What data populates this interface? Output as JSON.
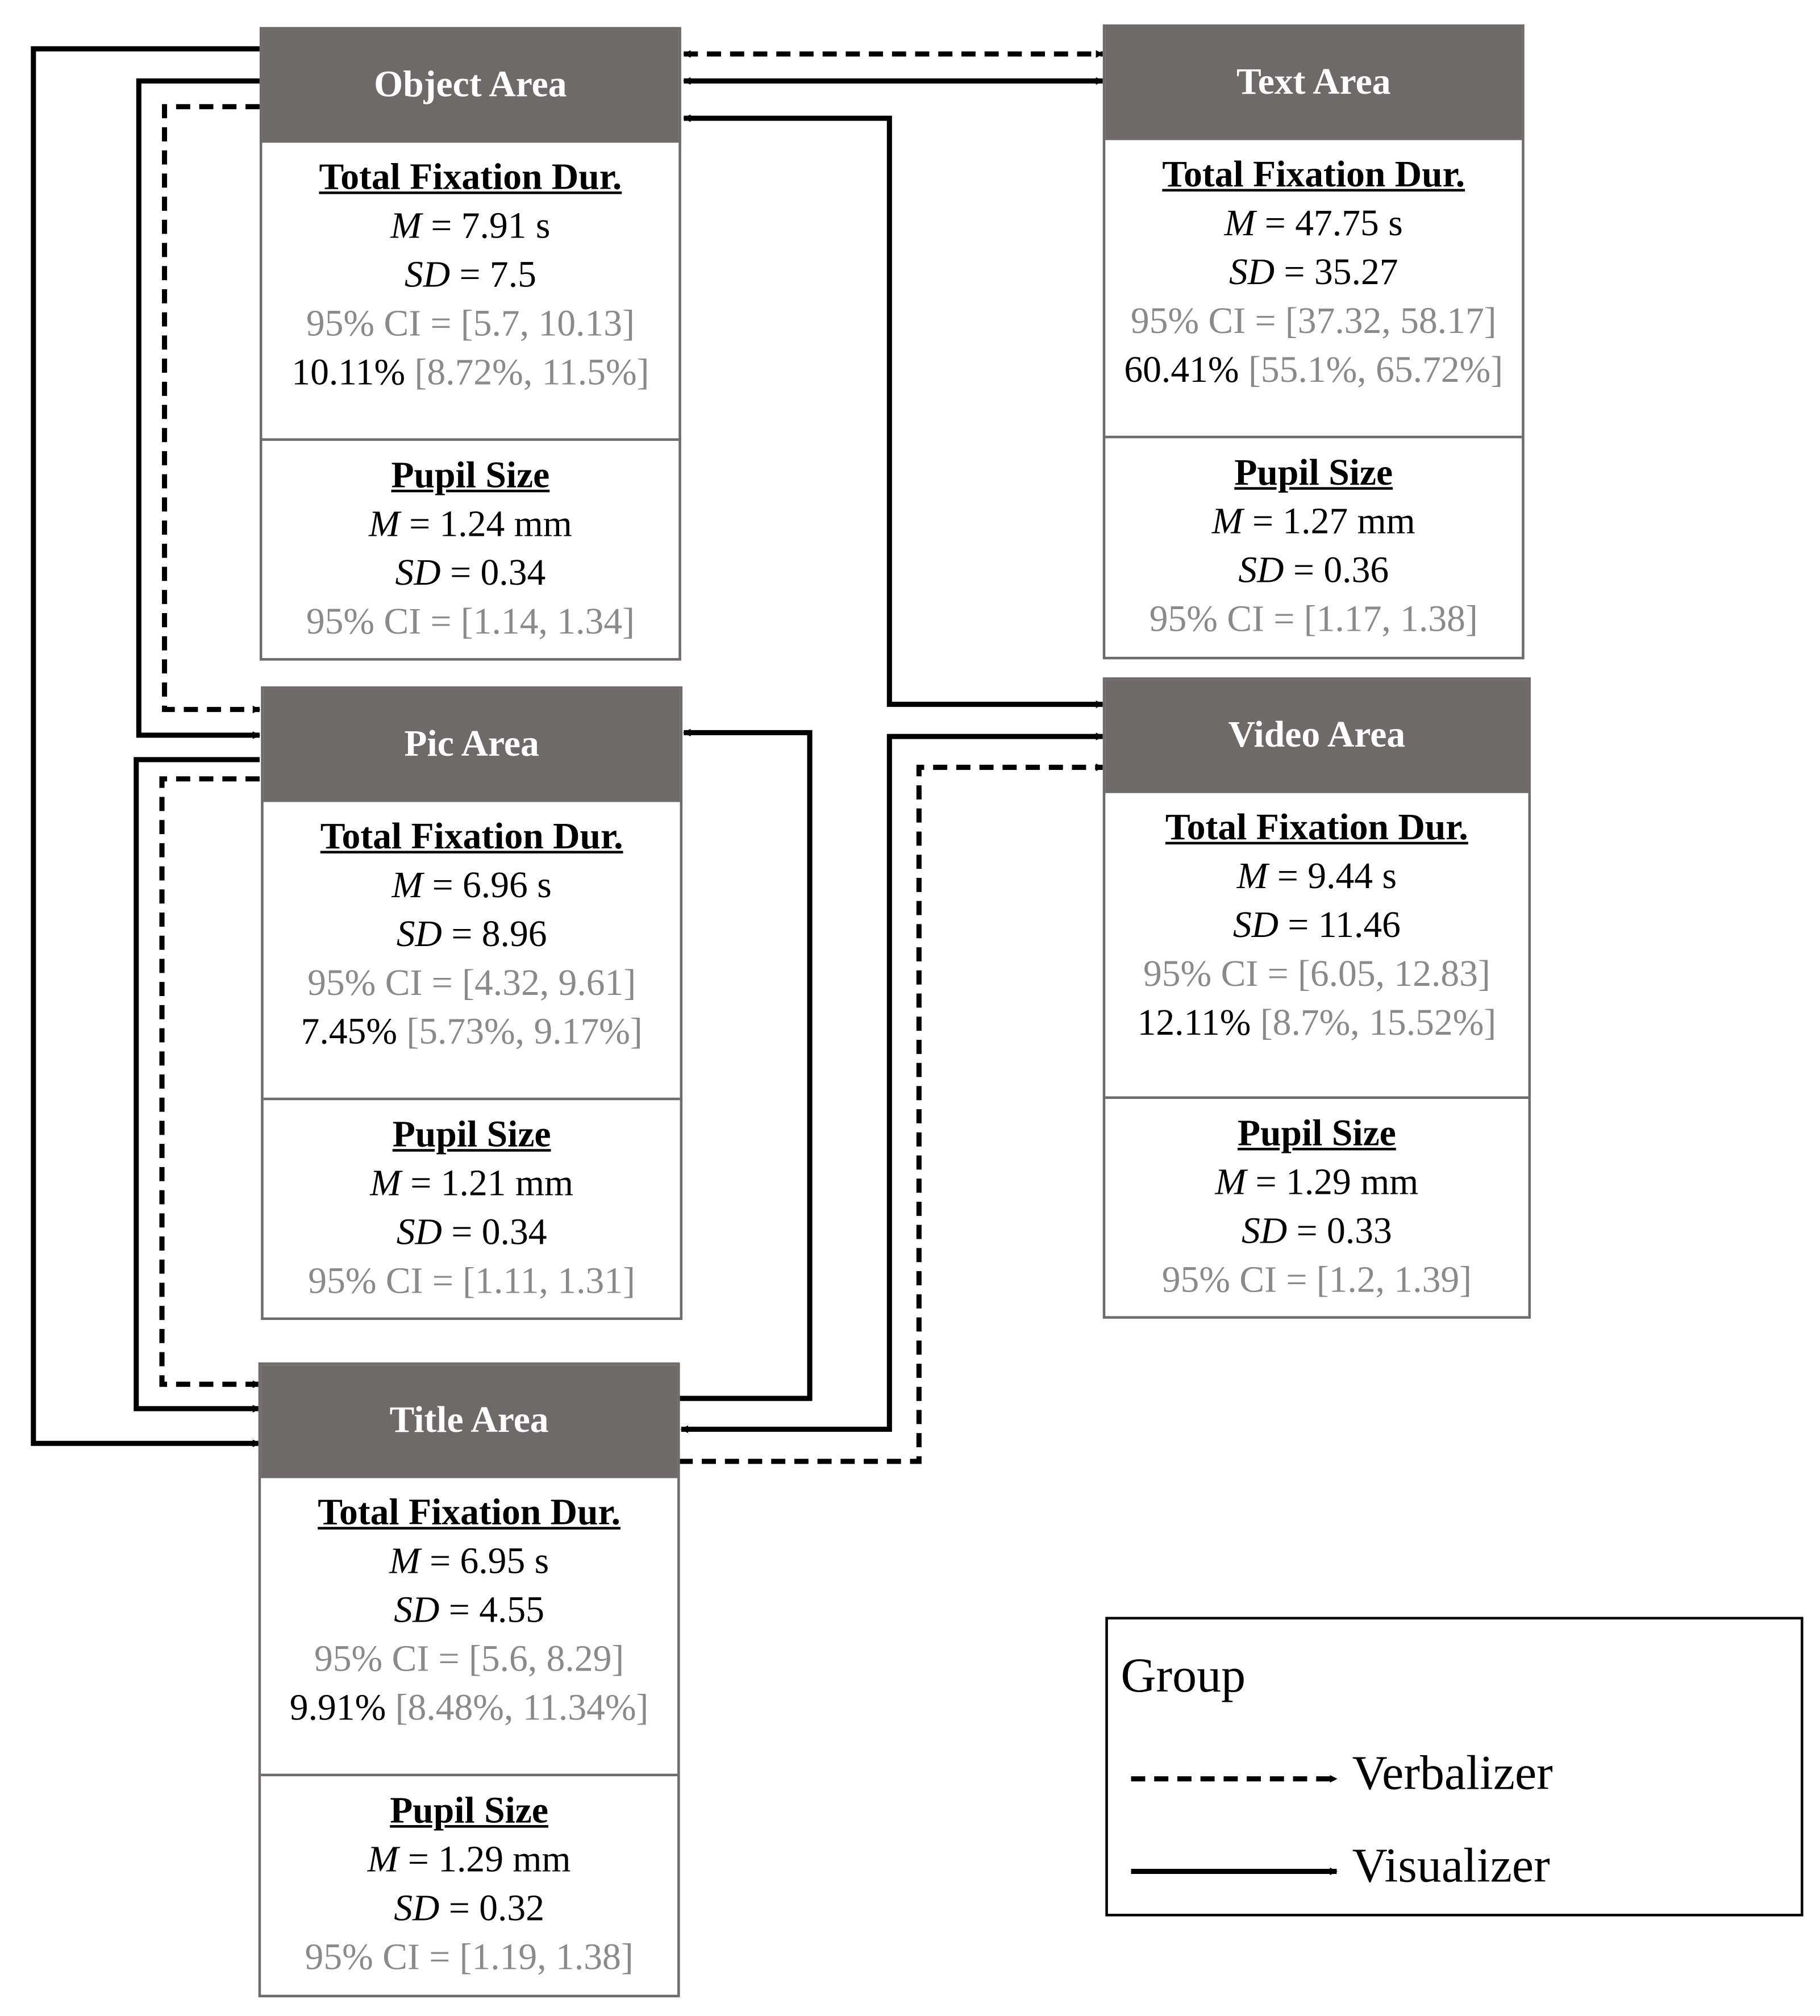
{
  "areas": {
    "object": {
      "title": "Object Area",
      "fixation": {
        "heading": "Total Fixation Dur.",
        "m": "7.91 s",
        "sd": "7.5",
        "ci": "95% CI = [5.7, 10.13]",
        "pct": "10.11%",
        "pct_ci": "[8.72%, 11.5%]"
      },
      "pupil": {
        "heading": "Pupil Size",
        "m": "1.24 mm",
        "sd": "0.34",
        "ci": "95% CI = [1.14, 1.34]"
      }
    },
    "text": {
      "title": "Text Area",
      "fixation": {
        "heading": "Total Fixation Dur.",
        "m": "47.75 s",
        "sd": "35.27",
        "ci": "95% CI = [37.32, 58.17]",
        "pct": "60.41%",
        "pct_ci": "[55.1%, 65.72%]"
      },
      "pupil": {
        "heading": "Pupil Size",
        "m": "1.27 mm",
        "sd": "0.36",
        "ci": "95% CI = [1.17, 1.38]"
      }
    },
    "pic": {
      "title": "Pic Area",
      "fixation": {
        "heading": "Total Fixation Dur.",
        "m": "6.96 s",
        "sd": "8.96",
        "ci": "95% CI = [4.32, 9.61]",
        "pct": "7.45%",
        "pct_ci": "[5.73%, 9.17%]"
      },
      "pupil": {
        "heading": "Pupil Size",
        "m": "1.21 mm",
        "sd": "0.34",
        "ci": "95% CI = [1.11, 1.31]"
      }
    },
    "video": {
      "title": "Video Area",
      "fixation": {
        "heading": "Total Fixation Dur.",
        "m": "9.44 s",
        "sd": "11.46",
        "ci": "95% CI = [6.05, 12.83]",
        "pct": "12.11%",
        "pct_ci": "[8.7%, 15.52%]"
      },
      "pupil": {
        "heading": "Pupil Size",
        "m": "1.29 mm",
        "sd": "0.33",
        "ci": "95% CI = [1.2, 1.39]"
      }
    },
    "title": {
      "title": "Title Area",
      "fixation": {
        "heading": "Total Fixation Dur.",
        "m": "6.95 s",
        "sd": "4.55",
        "ci": "95% CI = [5.6, 8.29]",
        "pct": "9.91%",
        "pct_ci": "[8.48%, 11.34%]"
      },
      "pupil": {
        "heading": "Pupil Size",
        "m": "1.29 mm",
        "sd": "0.32",
        "ci": "95% CI = [1.19, 1.38]"
      }
    }
  },
  "labels": {
    "m": "M",
    "sd": "SD",
    "eq": " = "
  },
  "legend": {
    "title": "Group",
    "items": [
      {
        "label": "Verbalizer",
        "style": "dashed"
      },
      {
        "label": "Visualizer",
        "style": "solid"
      }
    ]
  },
  "colors": {
    "header_fill": "#6f6a6a",
    "ci_text": "#8a8a8a",
    "line": "#000000"
  }
}
